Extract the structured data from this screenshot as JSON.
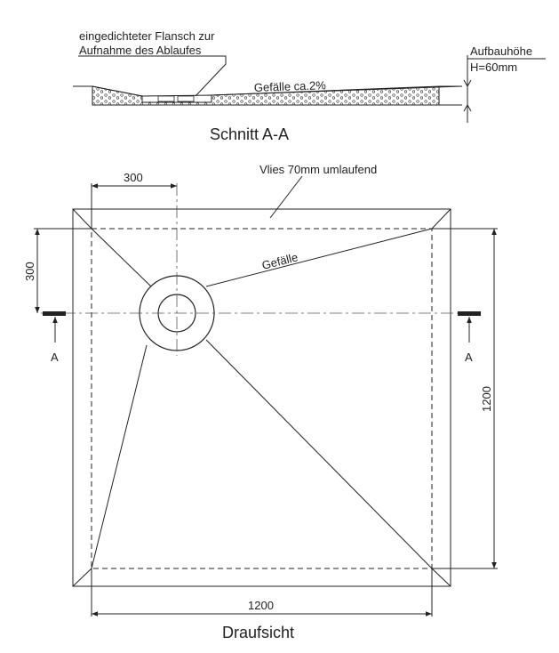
{
  "section": {
    "flange_note_line1": "eingedichteter Flansch zur",
    "flange_note_line2": "Aufnahme des Ablaufes",
    "slope_note": "Gefälle ca.2%",
    "height_label": "Aufbauhöhe",
    "height_value": "H=60mm",
    "title": "Schnitt A-A"
  },
  "plan": {
    "fleece_note": "Vlies 70mm umlaufend",
    "slope_label": "Gefälle",
    "dim_top": "300",
    "dim_left": "300",
    "dim_right": "1200",
    "dim_bottom": "1200",
    "cut_left": "A",
    "cut_right": "A",
    "title": "Draufsicht"
  }
}
